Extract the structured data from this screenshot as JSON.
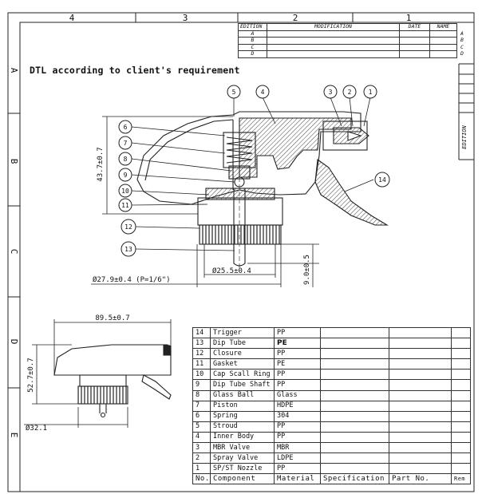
{
  "frame": {
    "columns": [
      "4",
      "3",
      "2",
      "1"
    ],
    "rows": [
      "A",
      "B",
      "C",
      "D",
      "E"
    ],
    "edition_side_label": "EDITION"
  },
  "revision_table": {
    "headers": [
      "EDITION",
      "MODIFICATION",
      "DATE",
      "NAME"
    ],
    "rows": [
      "A",
      "B",
      "C",
      "D"
    ]
  },
  "title": "DTL according to client's requirement",
  "balloons": [
    "1",
    "2",
    "3",
    "4",
    "5",
    "6",
    "7",
    "8",
    "9",
    "10",
    "11",
    "12",
    "13",
    "14"
  ],
  "dimensions": {
    "height_main": "43.7±0.7",
    "thread": "Ø27.9±0.4 (P=1/6\")",
    "neck": "Ø25.5±0.4",
    "tube": "9.0±0.5",
    "width_small": "89.5±0.7",
    "height_small": "52.7±0.7",
    "dia_small": "Ø32.1"
  },
  "bom": {
    "header": [
      "No.",
      "Component",
      "Material",
      "Specification",
      "Part No.",
      "Rem"
    ],
    "rows": [
      {
        "no": "14",
        "component": "Trigger",
        "material": "PP"
      },
      {
        "no": "13",
        "component": "Dip Tube",
        "material": "PE"
      },
      {
        "no": "12",
        "component": "Closure",
        "material": "PP"
      },
      {
        "no": "11",
        "component": "Gasket",
        "material": "PE"
      },
      {
        "no": "10",
        "component": "Cap Scall Ring",
        "material": "PP"
      },
      {
        "no": "9",
        "component": "Dip Tube Shaft",
        "material": "PP"
      },
      {
        "no": "8",
        "component": "Glass Ball",
        "material": "Glass"
      },
      {
        "no": "7",
        "component": "Piston",
        "material": "HDPE"
      },
      {
        "no": "6",
        "component": "Spring",
        "material": "304"
      },
      {
        "no": "5",
        "component": "Stroud",
        "material": "PP"
      },
      {
        "no": "4",
        "component": "Inner Body",
        "material": "PP"
      },
      {
        "no": "3",
        "component": "MBR Valve",
        "material": "MBR"
      },
      {
        "no": "2",
        "component": "Spray Valve",
        "material": "LDPE"
      },
      {
        "no": "1",
        "component": "SP/ST Nozzle",
        "material": "PP"
      }
    ]
  },
  "colors": {
    "line": "#222222",
    "hatch": "#555555"
  }
}
